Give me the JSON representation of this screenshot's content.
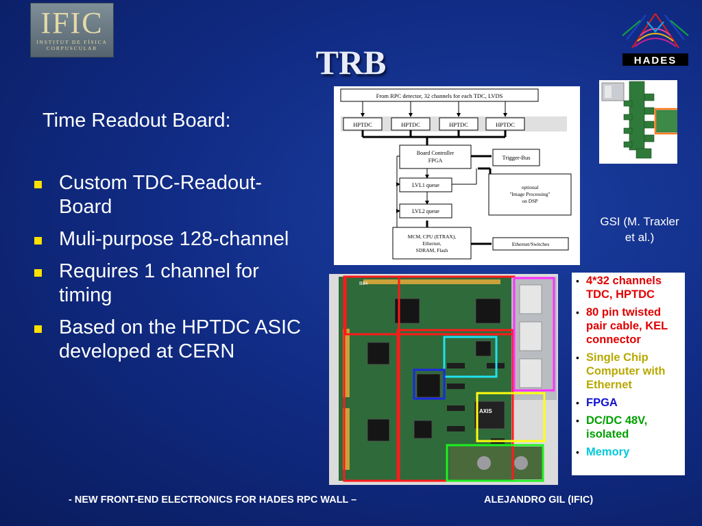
{
  "logos": {
    "ific_big": "IFIC",
    "ific_line1": "INSTITUT DE FÍSICA",
    "ific_line2": "CORPUSCULAR",
    "hades": "HADES"
  },
  "title": "TRB",
  "subtitle": "Time Readout Board:",
  "bullets": [
    "Custom TDC-Readout-Board",
    "Muli-purpose 128-channel",
    "Requires 1 channel for timing",
    "Based on the HPTDC ASIC developed at CERN"
  ],
  "diagram": {
    "top_box": "From RPC detector, 32 channels for each TDC, LVDS",
    "tdc": [
      "HPTDC",
      "HPTDC",
      "HPTDC",
      "HPTDC"
    ],
    "board_controller": [
      "Board Controller",
      "FPGA"
    ],
    "trigger_bus": "Trigger-Bus",
    "lvl1": "LVL1 queue",
    "lvl2": "LVL2 queue",
    "optional": [
      "optional",
      "\"Image Processing\"",
      "on DSP"
    ],
    "mcm": [
      "MCM, CPU (ETRAX),",
      "Ethernet,",
      "SDRAM, Flash"
    ],
    "ethernet": "Ethernet/Switches"
  },
  "gsi_caption": [
    "GSI (M. Traxler",
    "et al.)"
  ],
  "board_labels": {
    "axis": "AXIS",
    "b84": "B84"
  },
  "legend": [
    {
      "text": "4*32 channels TDC, HPTDC",
      "color": "#e00000"
    },
    {
      "text": "80 pin twisted pair cable, KEL connector",
      "color": "#e00000"
    },
    {
      "text": "Single Chip Computer with Ethernet",
      "color": "#b8a800"
    },
    {
      "text": "FPGA",
      "color": "#1010d0"
    },
    {
      "text": "DC/DC 48V, isolated",
      "color": "#00a000"
    },
    {
      "text": "Memory",
      "color": "#00c8d8"
    }
  ],
  "footer": {
    "left": "- NEW FRONT-END ELECTRONICS FOR HADES RPC WALL –",
    "right": "ALEJANDRO GIL (IFIC)"
  }
}
